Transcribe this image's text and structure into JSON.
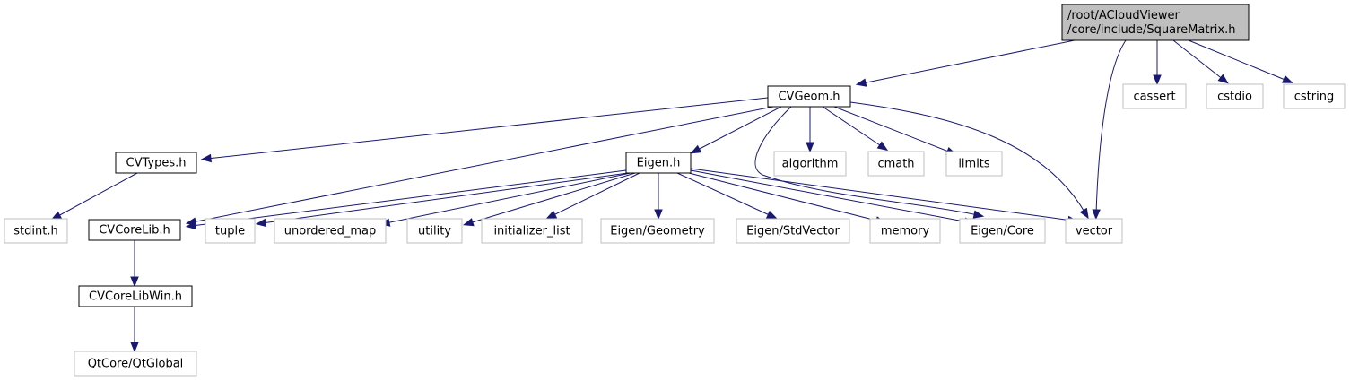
{
  "colors": {
    "edge": "#191970",
    "root_fill": "#bfbfbf",
    "root_border": "#000000",
    "internal_border": "#000000",
    "external_border": "#bfbfbf",
    "background": "#ffffff"
  },
  "nodes": [
    {
      "id": "squarematrix",
      "lines": [
        "/root/ACloudViewer",
        "/core/include/SquareMatrix.h"
      ],
      "kind": "root"
    },
    {
      "id": "cvgeom",
      "lines": [
        "CVGeom.h"
      ],
      "kind": "internal"
    },
    {
      "id": "cassert",
      "lines": [
        "cassert"
      ],
      "kind": "external"
    },
    {
      "id": "cstdio",
      "lines": [
        "cstdio"
      ],
      "kind": "external"
    },
    {
      "id": "cstring",
      "lines": [
        "cstring"
      ],
      "kind": "external"
    },
    {
      "id": "cvtypes",
      "lines": [
        "CVTypes.h"
      ],
      "kind": "internal"
    },
    {
      "id": "eigen",
      "lines": [
        "Eigen.h"
      ],
      "kind": "internal"
    },
    {
      "id": "algorithm",
      "lines": [
        "algorithm"
      ],
      "kind": "external"
    },
    {
      "id": "cmath",
      "lines": [
        "cmath"
      ],
      "kind": "external"
    },
    {
      "id": "limits",
      "lines": [
        "limits"
      ],
      "kind": "external"
    },
    {
      "id": "stdint",
      "lines": [
        "stdint.h"
      ],
      "kind": "external"
    },
    {
      "id": "cvcorelib",
      "lines": [
        "CVCoreLib.h"
      ],
      "kind": "internal"
    },
    {
      "id": "tuple",
      "lines": [
        "tuple"
      ],
      "kind": "external"
    },
    {
      "id": "unordered_map",
      "lines": [
        "unordered_map"
      ],
      "kind": "external"
    },
    {
      "id": "utility",
      "lines": [
        "utility"
      ],
      "kind": "external"
    },
    {
      "id": "initializer_list",
      "lines": [
        "initializer_list"
      ],
      "kind": "external"
    },
    {
      "id": "eigen_geometry",
      "lines": [
        "Eigen/Geometry"
      ],
      "kind": "external"
    },
    {
      "id": "eigen_stdvector",
      "lines": [
        "Eigen/StdVector"
      ],
      "kind": "external"
    },
    {
      "id": "memory",
      "lines": [
        "memory"
      ],
      "kind": "external"
    },
    {
      "id": "eigen_core",
      "lines": [
        "Eigen/Core"
      ],
      "kind": "external"
    },
    {
      "id": "vector",
      "lines": [
        "vector"
      ],
      "kind": "external"
    },
    {
      "id": "cvcorelibwin",
      "lines": [
        "CVCoreLibWin.h"
      ],
      "kind": "internal"
    },
    {
      "id": "qtglobal",
      "lines": [
        "QtCore/QtGlobal"
      ],
      "kind": "external"
    }
  ],
  "edges": [
    {
      "from": "squarematrix",
      "to": "cvgeom"
    },
    {
      "from": "squarematrix",
      "to": "vector"
    },
    {
      "from": "squarematrix",
      "to": "cassert"
    },
    {
      "from": "squarematrix",
      "to": "cstdio"
    },
    {
      "from": "squarematrix",
      "to": "cstring"
    },
    {
      "from": "cvgeom",
      "to": "cvtypes"
    },
    {
      "from": "cvgeom",
      "to": "cvcorelib"
    },
    {
      "from": "cvgeom",
      "to": "eigen"
    },
    {
      "from": "cvgeom",
      "to": "eigen_core"
    },
    {
      "from": "cvgeom",
      "to": "algorithm"
    },
    {
      "from": "cvgeom",
      "to": "cmath"
    },
    {
      "from": "cvgeom",
      "to": "limits"
    },
    {
      "from": "cvgeom",
      "to": "vector"
    },
    {
      "from": "cvtypes",
      "to": "stdint"
    },
    {
      "from": "eigen",
      "to": "cvcorelib"
    },
    {
      "from": "eigen",
      "to": "tuple"
    },
    {
      "from": "eigen",
      "to": "unordered_map"
    },
    {
      "from": "eigen",
      "to": "utility"
    },
    {
      "from": "eigen",
      "to": "initializer_list"
    },
    {
      "from": "eigen",
      "to": "eigen_geometry"
    },
    {
      "from": "eigen",
      "to": "eigen_stdvector"
    },
    {
      "from": "eigen",
      "to": "memory"
    },
    {
      "from": "eigen",
      "to": "eigen_core"
    },
    {
      "from": "eigen",
      "to": "vector"
    },
    {
      "from": "cvcorelib",
      "to": "cvcorelibwin"
    },
    {
      "from": "cvcorelibwin",
      "to": "qtglobal"
    }
  ]
}
